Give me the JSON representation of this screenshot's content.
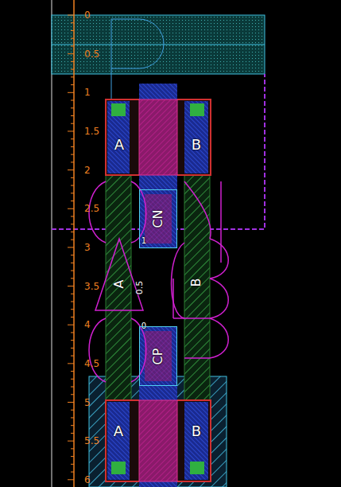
{
  "diagram": {
    "nodes": [
      {
        "text": [
          "CN"
        ]
      },
      {
        "text": [
          "CP"
        ]
      }
    ],
    "labels": [
      "0",
      "0.5",
      "1",
      "1.5",
      "2",
      "2.5",
      "3",
      "3.5",
      "4",
      "4.5",
      "5",
      "5.5",
      "6",
      "A",
      "B",
      "1",
      "A",
      "0.5",
      "B",
      "0",
      "A",
      "B"
    ]
  }
}
